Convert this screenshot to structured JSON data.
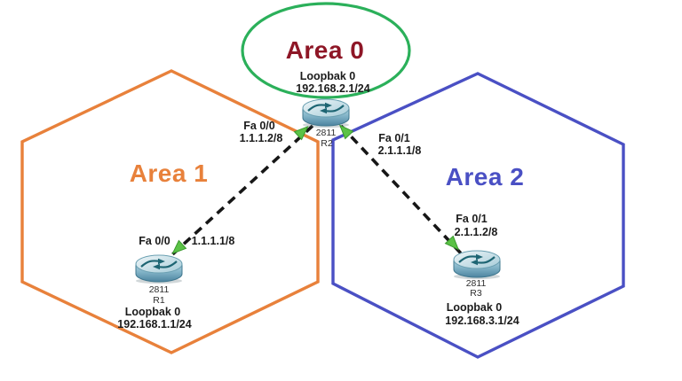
{
  "diagram": {
    "type": "ospf-multi-area-network-topology",
    "background": "#ffffff"
  },
  "areas": {
    "area0": {
      "label": "Area 0",
      "shape": "ellipse",
      "outline_color": "#2BB05A",
      "text_color": "#8E1626"
    },
    "area1": {
      "label": "Area 1",
      "shape": "hexagon",
      "outline_color": "#E8813B",
      "text_color": "#E8813B"
    },
    "area2": {
      "label": "Area 2",
      "shape": "hexagon",
      "outline_color": "#4A50C4",
      "text_color": "#4A50C4"
    }
  },
  "routers": {
    "r1": {
      "model": "2811",
      "name": "R1",
      "loopback_label": "Loopbak 0",
      "loopback_ip": "192.168.1.1/24"
    },
    "r2": {
      "model": "2811",
      "name": "R2",
      "loopback_label": "Loopbak 0",
      "loopback_ip": "192.168.2.1/24"
    },
    "r3": {
      "model": "2811",
      "name": "R3",
      "loopback_label": "Loopbak 0",
      "loopback_ip": "192.168.3.1/24"
    }
  },
  "links": {
    "r1_r2": {
      "style": "dashed",
      "r2_if": "Fa 0/0",
      "r2_ip": "1.1.1.2/8",
      "r1_if": "Fa 0/0",
      "r1_ip": "1.1.1.1/8"
    },
    "r2_r3": {
      "style": "dashed",
      "r2_if": "Fa 0/1",
      "r2_ip": "2.1.1.1/8",
      "r3_if": "Fa 0/1",
      "r3_ip": "2.1.1.2/8"
    }
  },
  "colors": {
    "link": "#161616",
    "link_status": "#5BC246",
    "link_status_border": "#3A9A2E",
    "area0_outline": "#2BB05A",
    "area1_outline": "#E8813B",
    "area2_outline": "#4A50C4"
  },
  "icons": {
    "router": "cisco-2811-router-icon",
    "link_status": "link-up-triangle-icon"
  }
}
